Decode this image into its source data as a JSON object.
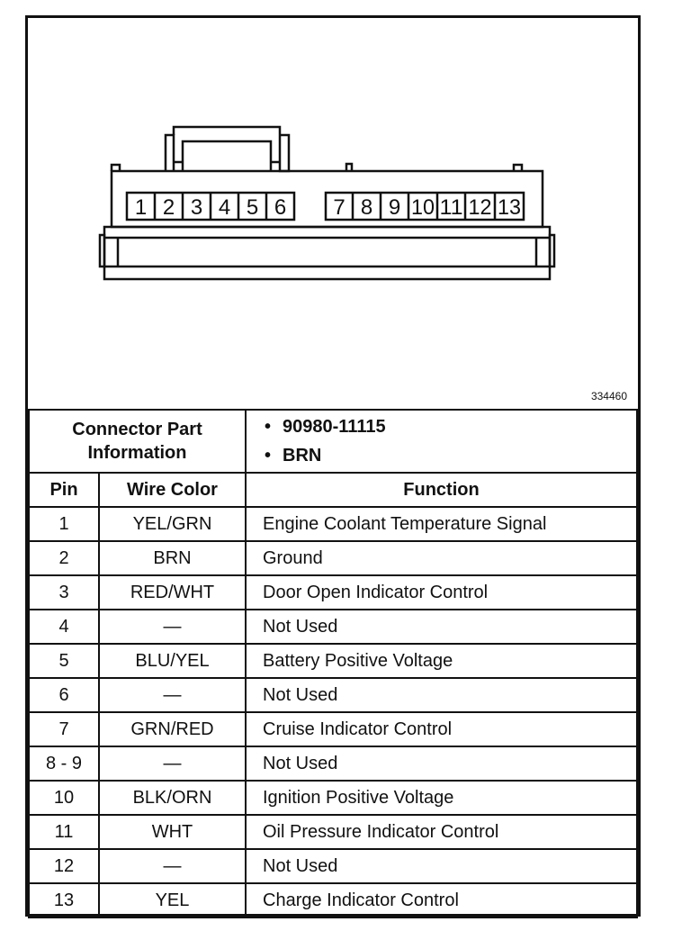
{
  "figure_id": "334460",
  "connector": {
    "pins_left": [
      "1",
      "2",
      "3",
      "4",
      "5",
      "6"
    ],
    "pins_right": [
      "7",
      "8",
      "9",
      "10",
      "11",
      "12",
      "13"
    ]
  },
  "info": {
    "label_line1": "Connector Part",
    "label_line2": "Information",
    "values": [
      "90980-11115",
      "BRN"
    ]
  },
  "headers": {
    "pin": "Pin",
    "wire": "Wire Color",
    "function": "Function"
  },
  "rows": [
    {
      "pin": "1",
      "wire": "YEL/GRN",
      "function": "Engine Coolant Temperature Signal"
    },
    {
      "pin": "2",
      "wire": "BRN",
      "function": "Ground"
    },
    {
      "pin": "3",
      "wire": "RED/WHT",
      "function": "Door Open Indicator Control"
    },
    {
      "pin": "4",
      "wire": "—",
      "function": "Not Used"
    },
    {
      "pin": "5",
      "wire": "BLU/YEL",
      "function": "Battery Positive Voltage"
    },
    {
      "pin": "6",
      "wire": "—",
      "function": "Not Used"
    },
    {
      "pin": "7",
      "wire": "GRN/RED",
      "function": "Cruise Indicator Control"
    },
    {
      "pin": "8 - 9",
      "wire": "—",
      "function": "Not Used"
    },
    {
      "pin": "10",
      "wire": "BLK/ORN",
      "function": "Ignition Positive Voltage"
    },
    {
      "pin": "11",
      "wire": "WHT",
      "function": "Oil Pressure Indicator Control"
    },
    {
      "pin": "12",
      "wire": "—",
      "function": "Not Used"
    },
    {
      "pin": "13",
      "wire": "YEL",
      "function": "Charge Indicator Control"
    }
  ]
}
